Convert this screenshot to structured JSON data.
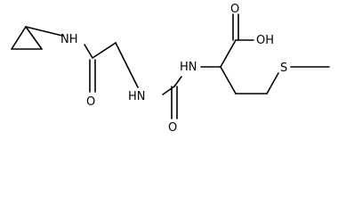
{
  "molecule": {
    "atom_labels": {
      "amide_nh": "NH",
      "amide_o": "O",
      "urea_nh_left": "HN",
      "urea_o": "O",
      "urea_nh_right": "HN",
      "acid_oh": "OH",
      "acid_o": "O",
      "thioether_s": "S"
    }
  }
}
